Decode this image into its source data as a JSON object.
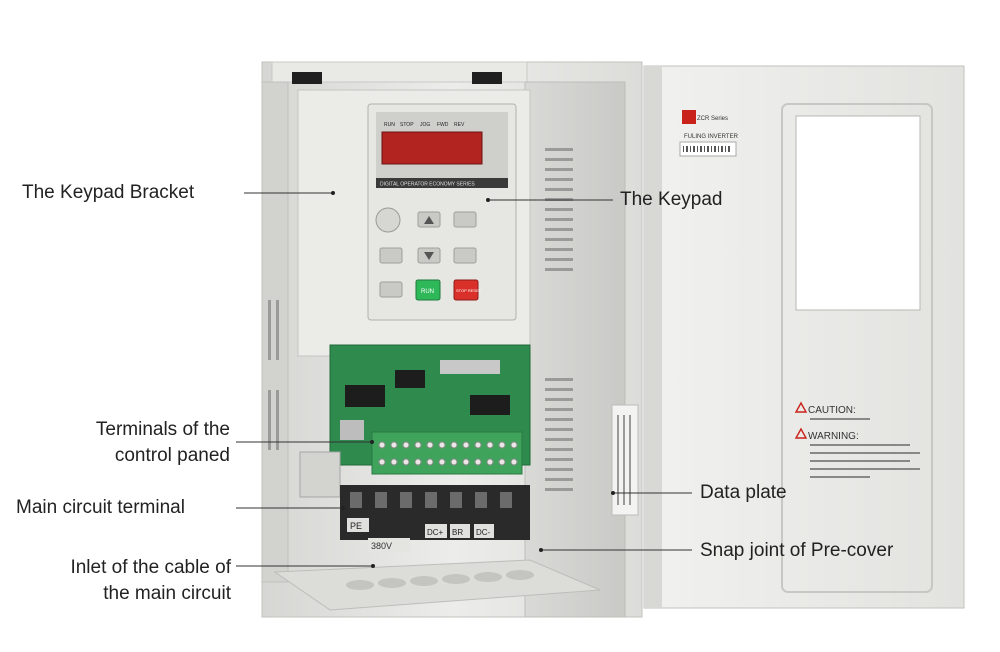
{
  "callouts": {
    "keypad_bracket": "The Keypad Bracket",
    "keypad": "The Keypad",
    "terminals_control_line1": "Terminals of the",
    "terminals_control_line2": "control paned",
    "main_circuit_terminal": "Main circuit terminal",
    "inlet_line1": "Inlet of the cable of",
    "inlet_line2": "the main circuit",
    "data_plate": "Data plate",
    "snap_joint": "Snap joint of Pre-cover"
  },
  "keypad": {
    "leds": [
      "RUN",
      "STOP",
      "JOG",
      "FWD",
      "REV"
    ],
    "panel_label": "DIGITAL OPERATOR ECONOMY SERIES",
    "run_key": "RUN",
    "stop_key": "STOP RESET"
  },
  "terminal_block": {
    "labels": [
      "PE",
      "DC+",
      "BR",
      "DC-"
    ],
    "voltage": "380V"
  },
  "cover": {
    "brand_line1": "ZCR Series",
    "brand_line2": "FULING INVERTER",
    "caution": "CAUTION:",
    "warning": "WARNING:"
  },
  "colors": {
    "housing": "#e7e7e4",
    "pcb": "#2f8a4e",
    "terminal_green": "#3fa35c",
    "display": "#b1241f",
    "run_key": "#2fb85a",
    "stop_key": "#d9302a"
  }
}
